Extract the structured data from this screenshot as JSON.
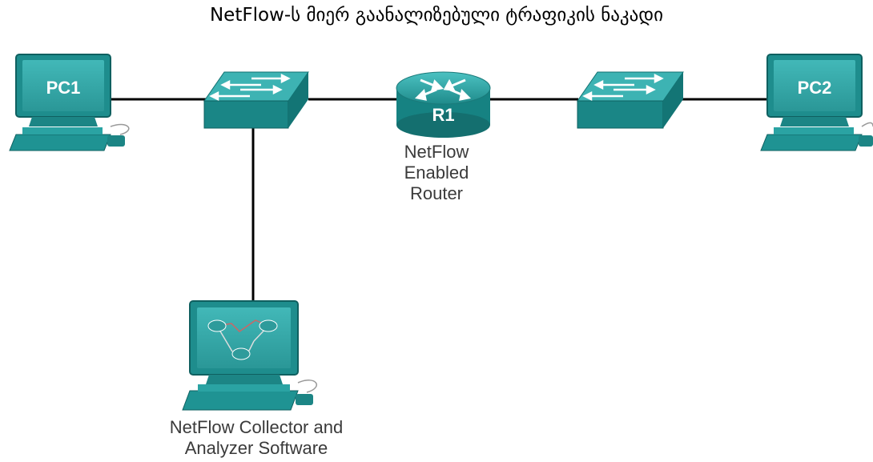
{
  "title": "NetFlow-ს მიერ გაანალიზებული ტრაფიკის ნაკადი",
  "devices": {
    "pc1": {
      "label": "PC1",
      "icon": "pc-icon"
    },
    "pc2": {
      "label": "PC2",
      "icon": "pc-icon"
    },
    "switch1": {
      "icon": "switch-icon"
    },
    "switch2": {
      "icon": "switch-icon"
    },
    "router": {
      "label": "R1",
      "icon": "router-icon"
    },
    "collector": {
      "icon": "pc-icon"
    }
  },
  "captions": {
    "router": [
      "NetFlow",
      "Enabled",
      "Router"
    ],
    "collector": [
      "NetFlow Collector and",
      "Analyzer Software"
    ]
  },
  "colors": {
    "device_light": "#2aa3a3",
    "device_dark": "#137070",
    "link": "#000000"
  }
}
